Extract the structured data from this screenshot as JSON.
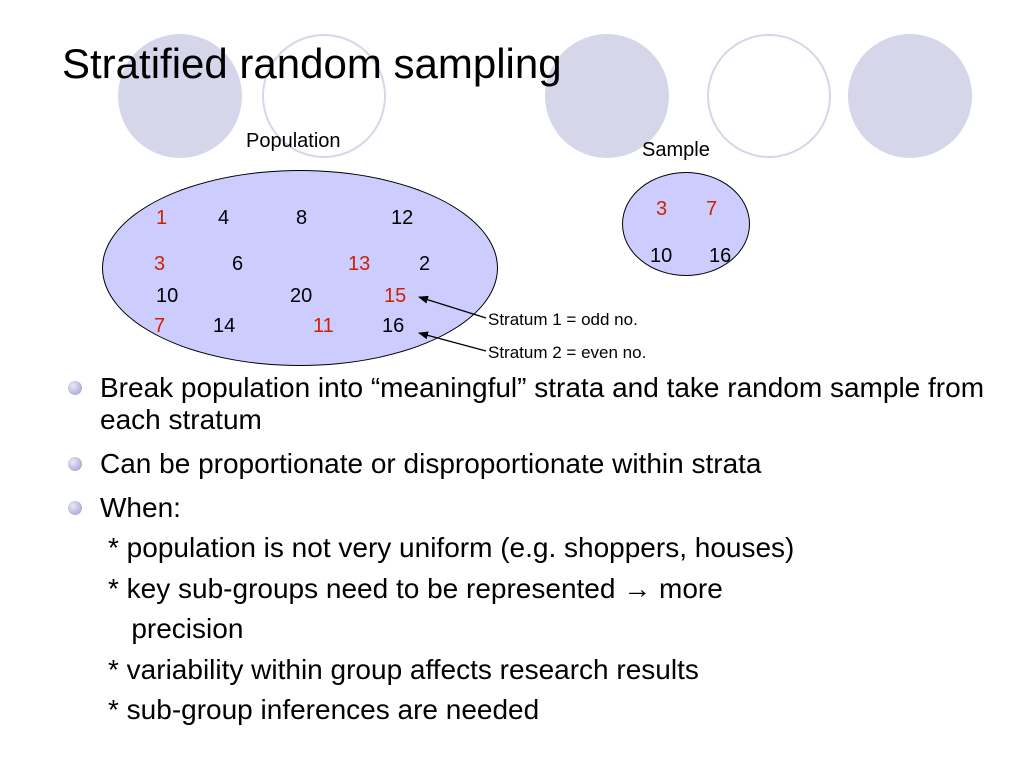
{
  "slide": {
    "title": "Stratified random sampling"
  },
  "theme": {
    "decor_fill": "#d6d6ea",
    "ellipse_fill": "#ccccff",
    "odd_color": "#cc2200",
    "even_color": "#000000"
  },
  "diagram": {
    "population_label": "Population",
    "sample_label": "Sample",
    "population_numbers": [
      {
        "value": "1",
        "stratum": "odd"
      },
      {
        "value": "4",
        "stratum": "even"
      },
      {
        "value": "8",
        "stratum": "even"
      },
      {
        "value": "12",
        "stratum": "even"
      },
      {
        "value": "3",
        "stratum": "odd"
      },
      {
        "value": "6",
        "stratum": "even"
      },
      {
        "value": "13",
        "stratum": "odd"
      },
      {
        "value": "2",
        "stratum": "even"
      },
      {
        "value": "10",
        "stratum": "even"
      },
      {
        "value": "20",
        "stratum": "even"
      },
      {
        "value": "15",
        "stratum": "odd"
      },
      {
        "value": "7",
        "stratum": "odd"
      },
      {
        "value": "14",
        "stratum": "even"
      },
      {
        "value": "11",
        "stratum": "odd"
      },
      {
        "value": "16",
        "stratum": "even"
      }
    ],
    "sample_numbers": [
      {
        "value": "3",
        "stratum": "odd"
      },
      {
        "value": "7",
        "stratum": "odd"
      },
      {
        "value": "10",
        "stratum": "even"
      },
      {
        "value": "16",
        "stratum": "even"
      }
    ],
    "stratum1_label": "Stratum 1 = odd no.",
    "stratum2_label": "Stratum 2 = even no."
  },
  "bullets": [
    "Break population into “meaningful” strata and take random sample from each stratum",
    "Can be proportionate or disproportionate within strata",
    "When:"
  ],
  "sub_points": [
    "* population is not very uniform (e.g. shoppers, houses)",
    "* key sub-groups need to be represented → more",
    "   precision",
    "* variability within group affects research results",
    "* sub-group inferences are needed"
  ]
}
